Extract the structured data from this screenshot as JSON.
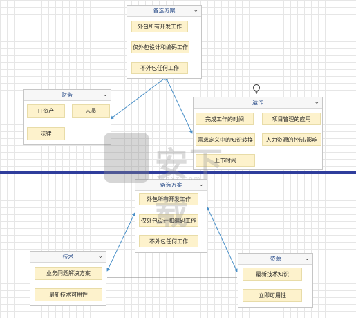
{
  "top_alternatives": {
    "title": "备选方案",
    "items": [
      "外包所有开发工作",
      "仅外包设计和编码工作",
      "不外包任何工作"
    ]
  },
  "finance": {
    "title": "财务",
    "items": [
      "IT资产",
      "人员",
      "法律"
    ]
  },
  "operations": {
    "title": "运作",
    "items": [
      "完成工作的时间",
      "项目管理的应用",
      "需求定义中的知识转换",
      "人力资源的控制/影响",
      "上市时间"
    ]
  },
  "bottom_alternatives": {
    "title": "备选方案",
    "items": [
      "外包所有开发工作",
      "仅外包设计和编码工作",
      "不外包任何工作"
    ]
  },
  "technology": {
    "title": "技术",
    "items": [
      "业务问题解决方案",
      "最新技术可用性"
    ]
  },
  "resources": {
    "title": "资源",
    "items": [
      "最新技术知识",
      "立即可用性"
    ]
  },
  "watermark": {
    "text": "安下载",
    "sub": "anxz.com"
  },
  "colors": {
    "connector": "#4a90c8",
    "band": "#2f3d9c",
    "item_fill": "#fdf2cc",
    "header_text": "#2a4d8a"
  },
  "icons": {
    "collapse": "chevron-down-icon",
    "bulb": "lightbulb-icon"
  }
}
